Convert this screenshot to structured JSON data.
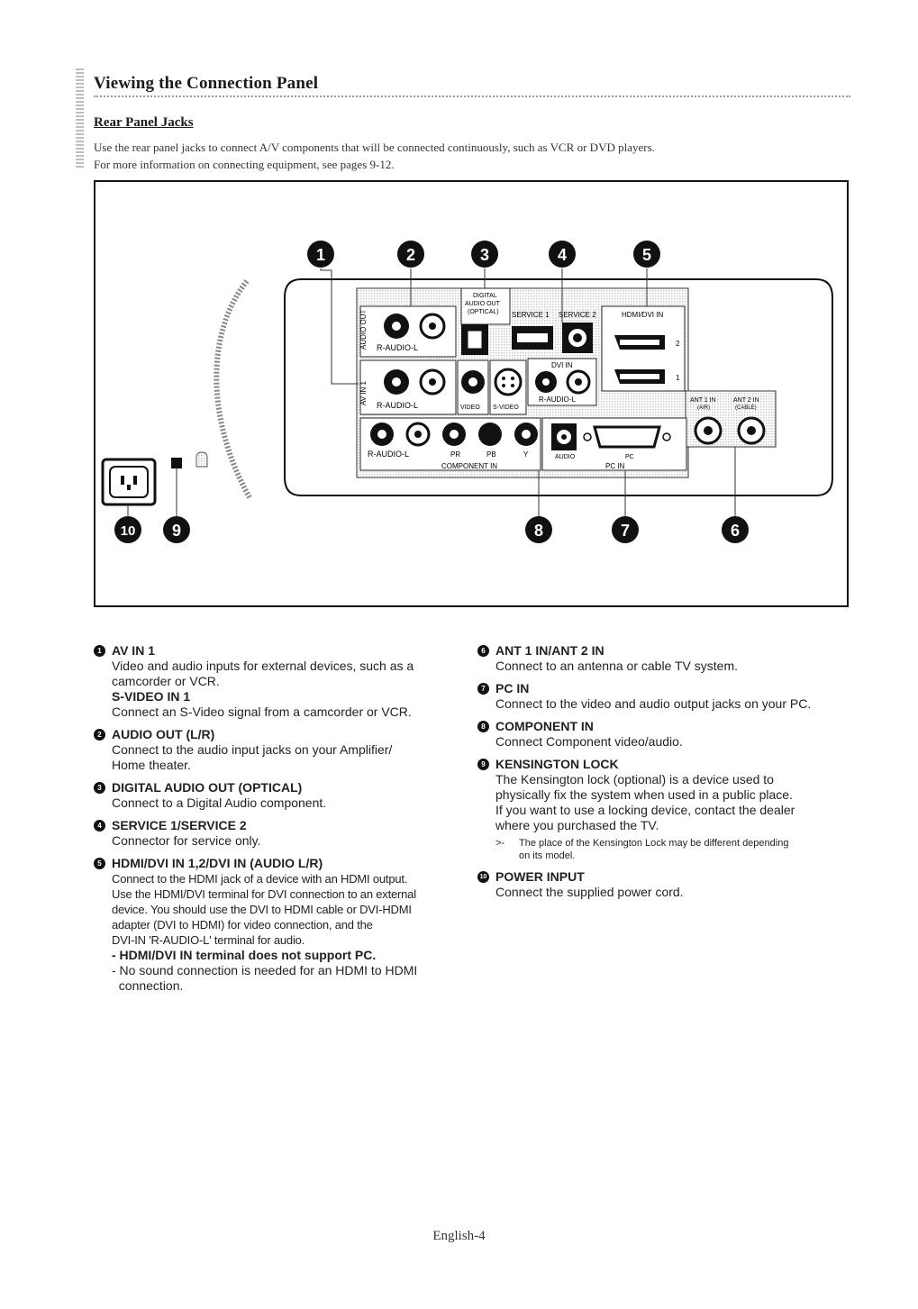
{
  "header": {
    "title": "Viewing the Connection Panel",
    "section": "Rear Panel Jacks",
    "intro_line1": "Use the rear panel jacks to connect A/V components that will be connected continuously, such as VCR or DVD players.",
    "intro_line2": "For more information on connecting equipment, see pages 9-12."
  },
  "diagram": {
    "callouts_top": [
      "1",
      "2",
      "3",
      "4",
      "5"
    ],
    "callouts_bottom": [
      "10",
      "9",
      "8",
      "7",
      "6"
    ],
    "labels": {
      "digital_audio_out": [
        "DIGITAL",
        "AUDIO OUT",
        "(OPTICAL)"
      ],
      "service1": "SERVICE 1",
      "service2": "SERVICE 2",
      "hdmi_dvi_in": "HDMI/DVI IN",
      "dvi_in": "DVI IN",
      "audio_out": "AUDIO OUT",
      "av_in_1": "AV IN 1",
      "r_audio_l": "R-AUDIO-L",
      "video": "VIDEO",
      "s_video": "S-VIDEO",
      "ant1": "ANT 1 IN",
      "ant2": "ANT 2 IN",
      "air": "(AIR)",
      "cable": "(CABLE)",
      "audio": "AUDIO",
      "pc": "PC",
      "pc_in": "PC IN",
      "component_in": "COMPONENT IN",
      "y": "Y",
      "pb": "PB",
      "pr": "PR",
      "hdmi_2": "2",
      "hdmi_1": "1"
    }
  },
  "left": [
    {
      "num": "1",
      "title": "AV IN 1",
      "lines": [
        "Video and audio inputs for external devices, such as a",
        "camcorder or VCR."
      ],
      "sub_title": "S-VIDEO IN 1",
      "sub_lines": [
        "Connect an S-Video signal from a camcorder or VCR."
      ]
    },
    {
      "num": "2",
      "title": "AUDIO OUT (L/R)",
      "lines": [
        "Connect to the audio input jacks on your Amplifier/",
        "Home theater."
      ]
    },
    {
      "num": "3",
      "title": "DIGITAL AUDIO OUT (OPTICAL)",
      "lines": [
        "Connect to a Digital Audio component."
      ]
    },
    {
      "num": "4",
      "title": "SERVICE 1/SERVICE 2",
      "lines": [
        "Connector for service only."
      ]
    },
    {
      "num": "5",
      "title": "HDMI/DVI IN 1,2/DVI IN (AUDIO L/R)",
      "lines": [
        "Connect to the HDMI jack of a device with an HDMI output.",
        "Use the HDMI/DVI terminal for DVI connection to an external",
        "device. You should use the DVI to HDMI cable or DVI-HDMI",
        "adapter (DVI to HDMI) for video connection, and the",
        "DVI-IN 'R-AUDIO-L' terminal for audio."
      ],
      "bold_line": "- HDMI/DVI IN terminal does not support PC.",
      "tail_lines": [
        "- No sound connection is needed for an HDMI to HDMI",
        "  connection."
      ]
    }
  ],
  "right": [
    {
      "num": "6",
      "title": "ANT 1 IN/ANT 2 IN",
      "lines": [
        "Connect to an antenna or cable TV system."
      ]
    },
    {
      "num": "7",
      "title": "PC IN",
      "lines": [
        "Connect to the video and audio output jacks on your PC."
      ]
    },
    {
      "num": "8",
      "title": "COMPONENT IN",
      "lines": [
        "Connect Component video/audio."
      ]
    },
    {
      "num": "9",
      "title": "KENSINGTON LOCK",
      "lines": [
        "The Kensington lock (optional) is a device used to",
        "physically fix the system when used in a public place.",
        "If you want to use a locking device, contact the dealer",
        "where you purchased the TV."
      ],
      "note_mark": ">-",
      "note_lines": [
        "The place of the Kensington Lock may be different depending",
        "on its model."
      ]
    },
    {
      "num": "10",
      "title": "POWER INPUT",
      "lines": [
        "Connect the supplied power cord."
      ]
    }
  ],
  "footer": {
    "page": "English-4"
  }
}
